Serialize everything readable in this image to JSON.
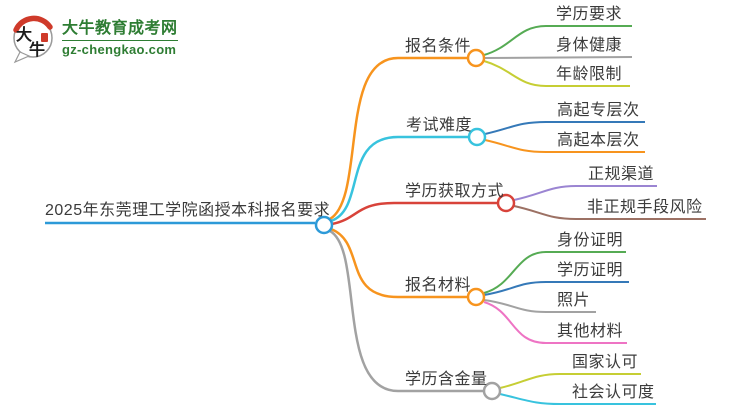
{
  "logo": {
    "title": "大牛教育成考网",
    "url": "gz-chengkao.com",
    "mark_char_1": "大",
    "mark_char_2": "牛",
    "brand_color": "#2e7d33"
  },
  "mindmap": {
    "root": {
      "label": "2025年东莞理工学院函授本科报名要求",
      "color": "#2d9ad8"
    },
    "branches": [
      {
        "label": "报名条件",
        "color": "#f7941e",
        "children": [
          {
            "label": "学历要求",
            "color": "#56ab54"
          },
          {
            "label": "身体健康",
            "color": "#a2a2a2"
          },
          {
            "label": "年龄限制",
            "color": "#c6ce34"
          }
        ]
      },
      {
        "label": "考试难度",
        "color": "#38c3de",
        "children": [
          {
            "label": "高起专层次",
            "color": "#3579b8"
          },
          {
            "label": "高起本层次",
            "color": "#f7941e"
          }
        ]
      },
      {
        "label": "学历获取方式",
        "color": "#d8433a",
        "children": [
          {
            "label": "正规渠道",
            "color": "#9b85d2"
          },
          {
            "label": "非正规手段风险",
            "color": "#9c7164"
          }
        ]
      },
      {
        "label": "报名材料",
        "color": "#f7941e",
        "children": [
          {
            "label": "身份证明",
            "color": "#56ab54"
          },
          {
            "label": "学历证明",
            "color": "#3579b8"
          },
          {
            "label": "照片",
            "color": "#a2a2a2"
          },
          {
            "label": "其他材料",
            "color": "#ee74c4"
          }
        ]
      },
      {
        "label": "学历含金量",
        "color": "#a2a2a2",
        "children": [
          {
            "label": "国家认可",
            "color": "#c6ce34"
          },
          {
            "label": "社会认可度",
            "color": "#38c3de"
          }
        ]
      }
    ]
  }
}
